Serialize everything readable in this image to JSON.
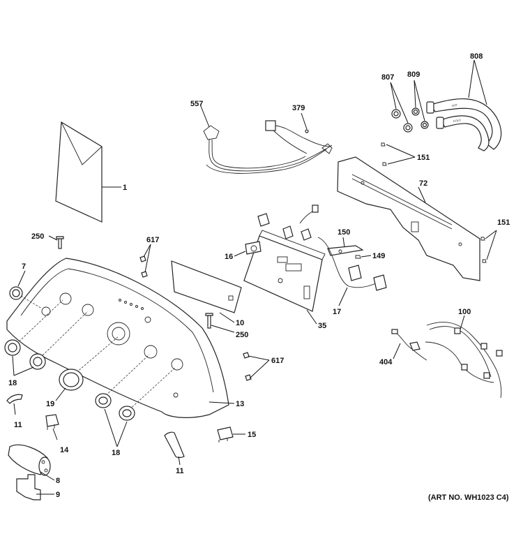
{
  "diagram": {
    "labels": {
      "p1": "1",
      "p7": "7",
      "p8": "8",
      "p9": "9",
      "p10": "10",
      "p11a": "11",
      "p11b": "11",
      "p13": "13",
      "p14": "14",
      "p15": "15",
      "p16": "16",
      "p17": "17",
      "p18a": "18",
      "p18b": "18",
      "p19": "19",
      "p35": "35",
      "p72": "72",
      "p100": "100",
      "p149": "149",
      "p150": "150",
      "p151a": "151",
      "p151b": "151",
      "p250a": "250",
      "p250b": "250",
      "p379": "379",
      "p404": "404",
      "p557": "557",
      "p617a": "617",
      "p617b": "617",
      "p807": "807",
      "p808": "808",
      "p809": "809"
    },
    "art_number": "(ART NO. WH1023 C4)",
    "hose_text_hot": "HOT",
    "hose_text_cold": "COLD"
  }
}
